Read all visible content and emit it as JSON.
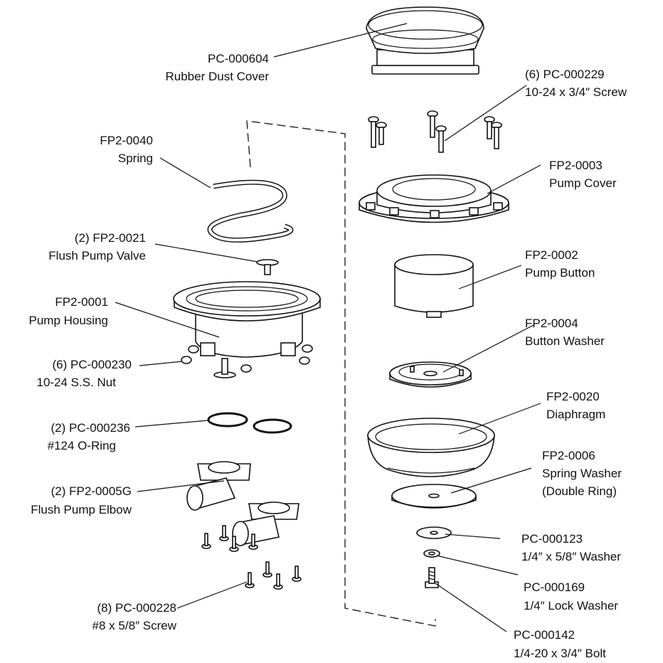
{
  "labels": {
    "dust_cover": {
      "num": "PC-000604",
      "name": "Rubber Dust Cover"
    },
    "screw_34": {
      "num": "(6) PC-000229",
      "name": "10-24 x 3/4″ Screw"
    },
    "spring": {
      "num": "FP2-0040",
      "name": "Spring"
    },
    "pump_cover": {
      "num": "FP2-0003",
      "name": "Pump Cover"
    },
    "valve": {
      "num": "(2) FP2-0021",
      "name": "Flush Pump Valve"
    },
    "pump_button": {
      "num": "FP2-0002",
      "name": "Pump Button"
    },
    "housing": {
      "num": "FP2-0001",
      "name": "Pump Housing"
    },
    "button_washer": {
      "num": "FP2-0004",
      "name": "Button Washer"
    },
    "nut": {
      "num": "(6) PC-000230",
      "name": "10-24 S.S. Nut"
    },
    "diaphragm": {
      "num": "FP2-0020",
      "name": "Diaphragm"
    },
    "oring": {
      "num": "(2) PC-000236",
      "name": "#124 O-Ring"
    },
    "spring_washer": {
      "num": "FP2-0006",
      "name": "Spring Washer",
      "extra": "(Double Ring)"
    },
    "elbow": {
      "num": "(2) FP2-0005G",
      "name": "Flush Pump Elbow"
    },
    "washer_58": {
      "num": "PC-000123",
      "name": "1/4″ x 5/8″ Washer"
    },
    "lock_washer": {
      "num": "PC-000169",
      "name": "1/4″ Lock Washer"
    },
    "bolt": {
      "num": "PC-000142",
      "name": "1/4-20 x 3/4″ Bolt"
    },
    "screw_58": {
      "num": "(8) PC-000228",
      "name": "#8 x 5/8″ Screw"
    }
  }
}
